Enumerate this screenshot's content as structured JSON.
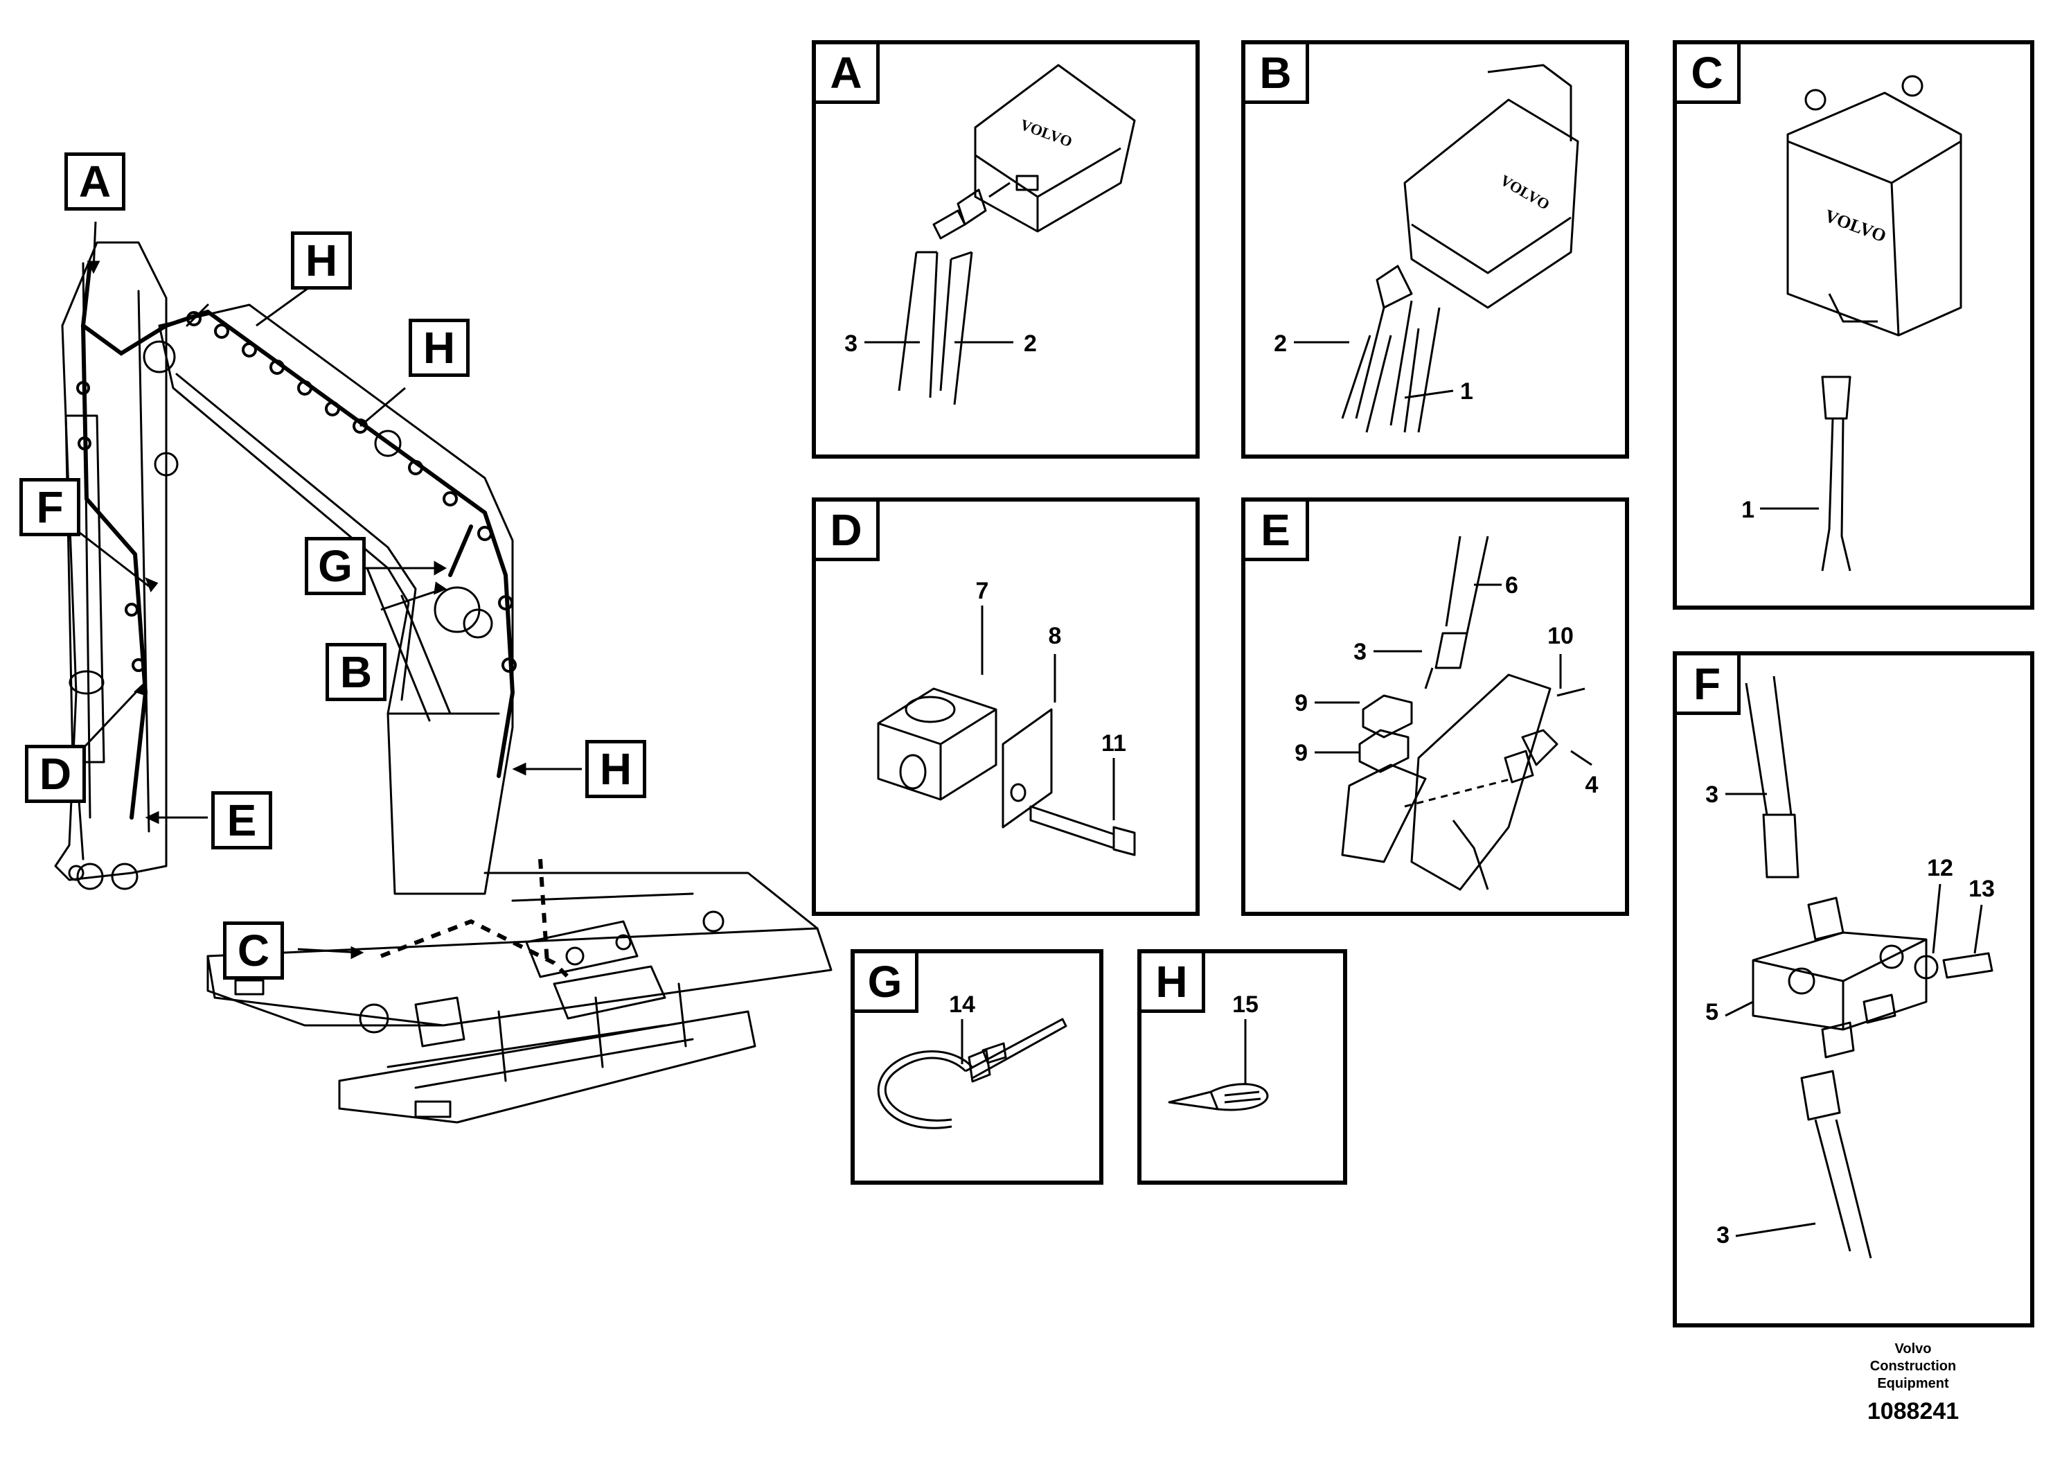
{
  "overview_labels": [
    "A",
    "H",
    "H",
    "F",
    "G",
    "B",
    "D",
    "E",
    "H",
    "C"
  ],
  "panels": [
    {
      "letter": "A",
      "callouts": [
        "3",
        "2"
      ]
    },
    {
      "letter": "B",
      "callouts": [
        "2",
        "1"
      ]
    },
    {
      "letter": "C",
      "callouts": [
        "1"
      ]
    },
    {
      "letter": "D",
      "callouts": [
        "7",
        "8",
        "11"
      ]
    },
    {
      "letter": "E",
      "callouts": [
        "6",
        "3",
        "10",
        "9",
        "9",
        "4"
      ]
    },
    {
      "letter": "F",
      "callouts": [
        "3",
        "12",
        "13",
        "5",
        "3"
      ]
    },
    {
      "letter": "G",
      "callouts": [
        "14"
      ]
    },
    {
      "letter": "H",
      "callouts": [
        "15"
      ]
    }
  ],
  "logo_text": "VOLVO",
  "brand": {
    "line1": "Volvo Construction",
    "line2": "Equipment",
    "number": "1088241"
  }
}
